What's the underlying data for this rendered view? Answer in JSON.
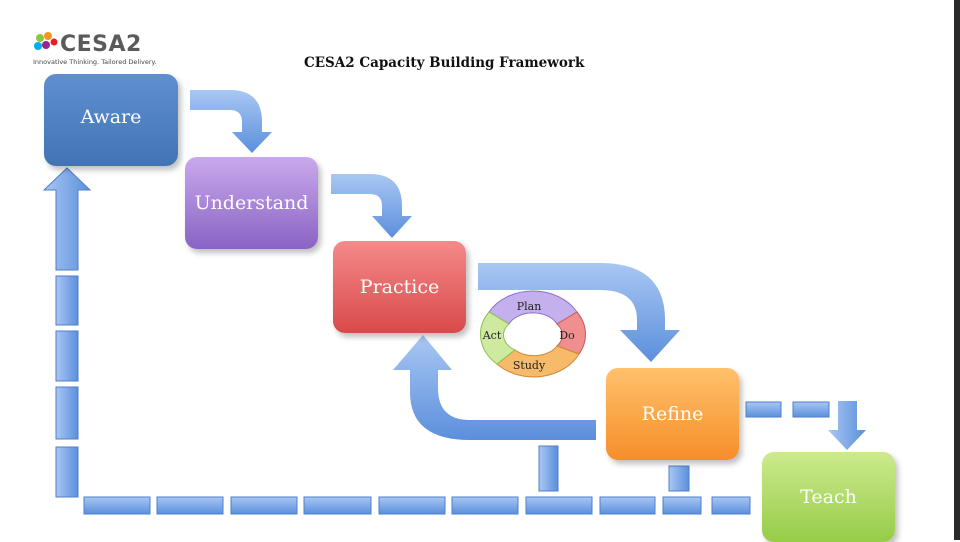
{
  "header": {
    "logo_name": "CESA2",
    "logo_tagline": "Innovative Thinking. Tailored Delivery.",
    "title": "CESA2 Capacity Building Framework"
  },
  "stages": {
    "aware": "Aware",
    "understand": "Understand",
    "practice": "Practice",
    "refine": "Refine",
    "teach": "Teach"
  },
  "cycle": {
    "plan": "Plan",
    "do": "Do",
    "study": "Study",
    "act": "Act"
  },
  "colors": {
    "arrow": "#7fa8e8",
    "aware": "#4a7fc1",
    "understand": "#9a75d0",
    "practice": "#e05a5a",
    "refine": "#f7a040",
    "teach": "#a8d65e",
    "plan": "#c3b0ec",
    "do": "#f08f8f",
    "study": "#f7b96a",
    "act": "#cdeaa0"
  }
}
